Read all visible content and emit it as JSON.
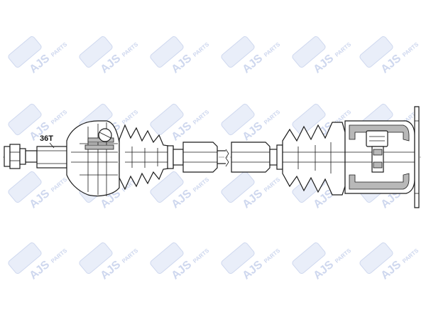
{
  "watermark": {
    "text": "AJS",
    "subtext": "PARTS",
    "color": "#c6d1ec",
    "icon": "ajs-parts-logo-icon"
  },
  "spline": {
    "label": "36T"
  }
}
